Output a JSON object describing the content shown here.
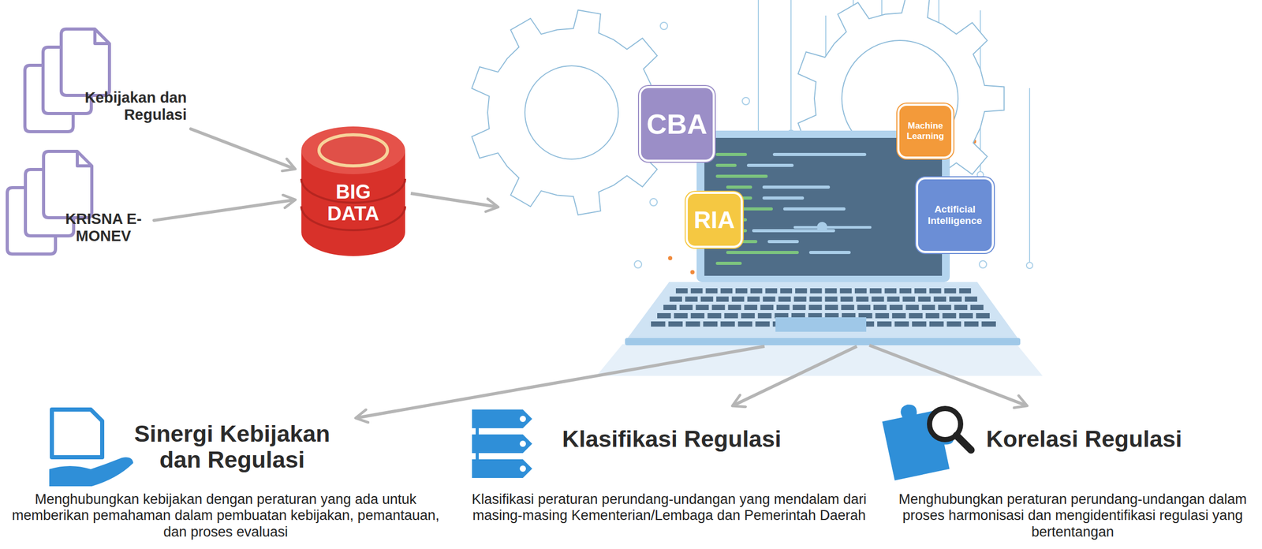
{
  "diagram": {
    "nodes": [
      {
        "text": [
          "Kebijakan dan Regulasi"
        ]
      },
      {
        "text": [
          "KRISNA E-MONEV"
        ]
      },
      {
        "text": [
          "BIG DATA"
        ]
      },
      {
        "text": [
          "CBA"
        ]
      },
      {
        "text": [
          "RIA"
        ]
      },
      {
        "text": [
          "Machine Learning"
        ]
      },
      {
        "text": [
          "Actificial Intelligence"
        ]
      },
      {
        "text": [
          "Sinergi Kebijakan dan Regulasi",
          "Menghubungkan kebijakan dengan peraturan yang ada untuk memberikan pemahaman dalam pembuatan kebijakan, pemantauan, dan proses evaluasi"
        ]
      },
      {
        "text": [
          "Klasifikasi Regulasi",
          "Klasifikasi peraturan perundang-undangan yang mendalam dari masing-masing Kementerian/Lembaga dan Pemerintah Daerah"
        ]
      },
      {
        "text": [
          "Korelasi Regulasi",
          "Menghubungkan peraturan perundang-undangan dalam proses harmonisasi dan mengidentifikasi regulasi yang bertentangan"
        ]
      }
    ],
    "edges": [
      {
        "from": 0,
        "to": 2,
        "arrow": "to"
      },
      {
        "from": 1,
        "to": 2,
        "arrow": "to"
      }
    ]
  }
}
